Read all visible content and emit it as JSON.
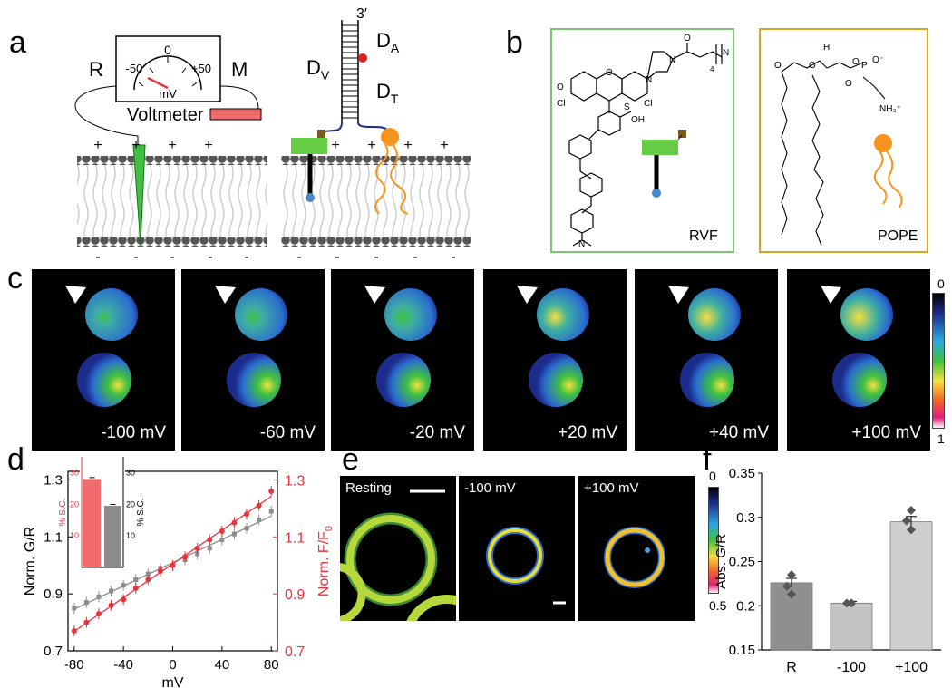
{
  "panels": {
    "a": "a",
    "b": "b",
    "c": "c",
    "d": "d",
    "e": "e",
    "f": "f"
  },
  "panel_a": {
    "meter": {
      "zero": "0",
      "neg": "-50",
      "pos": "+50",
      "unit": "mV"
    },
    "voltmeter": "Voltmeter",
    "R": "R",
    "M": "M",
    "three_prime": "3′",
    "DA_main": "D",
    "DA_sub": "A",
    "DV_main": "D",
    "DV_sub": "V",
    "DT_main": "D",
    "DT_sub": "T",
    "plus": "+",
    "minus": "-"
  },
  "panel_b": {
    "rvf_label": "RVF",
    "pope_label": "POPE",
    "atoms": {
      "O": "O",
      "Cl": "Cl",
      "N": "N",
      "H": "H",
      "OH": "OH",
      "S": "S",
      "N3": "N",
      "sub3": "3",
      "sub4": "4",
      "Ominus": "O⁻",
      "P": "P",
      "NH3": "NH₃⁺"
    }
  },
  "panel_c": {
    "frames": [
      "-100 mV",
      "-60 mV",
      "-20 mV",
      "+20 mV",
      "+40 mV",
      "+100 mV"
    ],
    "bright": [
      0.1,
      0.25,
      0.4,
      0.55,
      0.75,
      0.95
    ],
    "colorbar": {
      "top": "0",
      "bottom": "1"
    }
  },
  "panel_e": {
    "frames": [
      "Resting",
      "-100 mV",
      "+100 mV"
    ],
    "colorbar": {
      "top": "0",
      "bottom": "0.5"
    }
  },
  "colors": {
    "red": "#e8333c",
    "gray": "#8c8c8c",
    "green": "#66cc44",
    "orange": "#f7941d",
    "blue": "#1c2c8c",
    "lipid": "#555555"
  },
  "chart_data": [
    {
      "type": "line",
      "panel": "d",
      "xlabel": "mV",
      "ylabel": "Norm. G/R",
      "y2label": "Norm. F/F",
      "y2label_sub": "0",
      "xlim": [
        -85,
        85
      ],
      "ylim": [
        0.7,
        1.33
      ],
      "xticks": [
        -80,
        -40,
        0,
        40,
        80
      ],
      "yticks": [
        0.7,
        0.9,
        1.1,
        1.3
      ],
      "y2ticks": [
        0.7,
        0.9,
        1.1,
        1.3
      ],
      "series": [
        {
          "color": "gray",
          "x": [
            -80,
            -70,
            -60,
            -50,
            -40,
            -30,
            -20,
            -10,
            0,
            10,
            20,
            30,
            40,
            50,
            60,
            70,
            80
          ],
          "y": [
            0.85,
            0.87,
            0.89,
            0.91,
            0.93,
            0.95,
            0.97,
            0.99,
            1.0,
            1.02,
            1.04,
            1.06,
            1.09,
            1.11,
            1.13,
            1.16,
            1.19
          ]
        },
        {
          "color": "red",
          "x": [
            -80,
            -70,
            -60,
            -50,
            -40,
            -30,
            -20,
            -10,
            0,
            10,
            20,
            30,
            40,
            50,
            60,
            70,
            80
          ],
          "y": [
            0.77,
            0.8,
            0.83,
            0.86,
            0.88,
            0.92,
            0.95,
            0.98,
            1.0,
            1.03,
            1.06,
            1.09,
            1.12,
            1.15,
            1.18,
            1.21,
            1.26
          ]
        }
      ],
      "inset": {
        "type": "bar",
        "ylabel": "% S.C.",
        "y2label": "% S.C.",
        "ylim": [
          0,
          35
        ],
        "yticks": [
          10,
          20,
          30
        ],
        "values": [
          28,
          19.5
        ],
        "colors": [
          "red",
          "gray"
        ]
      }
    },
    {
      "type": "bar",
      "panel": "f",
      "categories": [
        "R",
        "-100",
        "+100"
      ],
      "values": [
        0.226,
        0.203,
        0.295
      ],
      "errors": [
        0.005,
        0.002,
        0.006
      ],
      "points": [
        [
          0.235,
          0.222,
          0.213
        ],
        [
          0.203,
          0.203,
          0.203
        ],
        [
          0.308,
          0.296,
          0.286
        ]
      ],
      "ylabel": "Abs. G/R",
      "ylim": [
        0.15,
        0.35
      ],
      "yticks": [
        0.15,
        0.2,
        0.25,
        0.3,
        0.35
      ],
      "bar_colors": [
        "#8f8f8f",
        "#c3c3c3",
        "#cfcfcf"
      ]
    }
  ]
}
